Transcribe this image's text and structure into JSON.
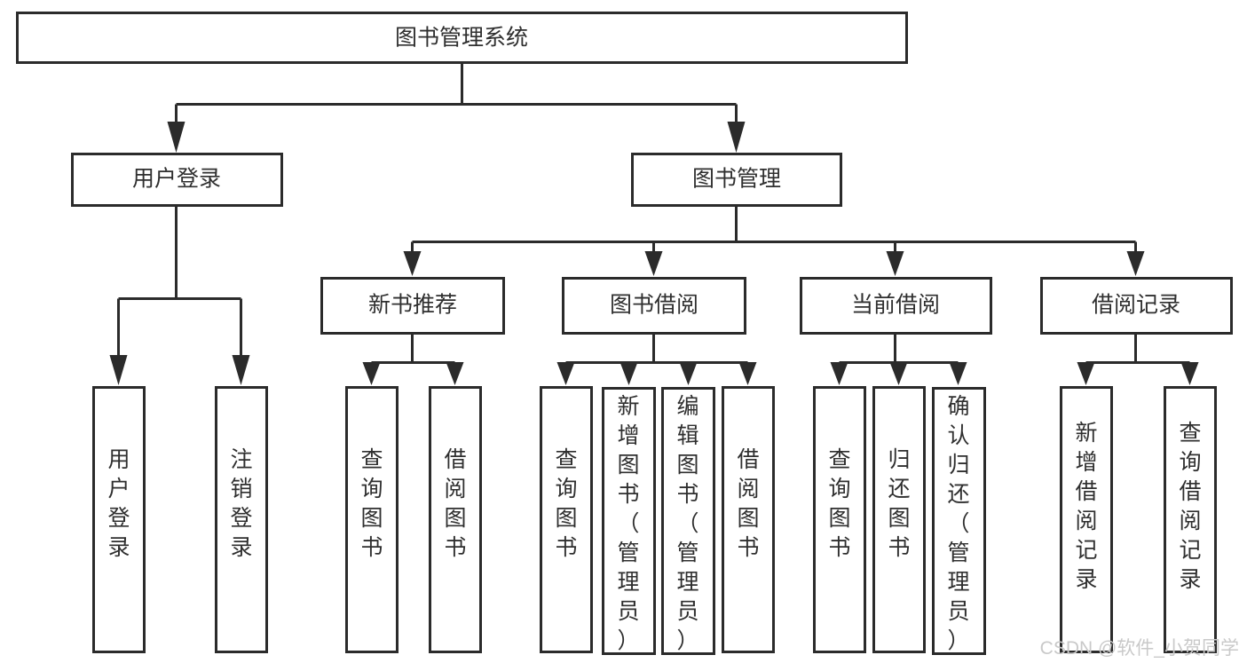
{
  "diagram": {
    "title": "图书管理系统",
    "type": "tree-hierarchy-chart",
    "orientation": "top-down",
    "colors": {
      "box_fill": "#ffffff",
      "box_stroke": "#2b2b2b",
      "text": "#2f2f2f",
      "background": "#ffffff",
      "watermark": "#c9c9c9"
    },
    "nodes": {
      "root": {
        "label": "图书管理系统",
        "level": 0,
        "orientation": "horizontal"
      },
      "l1": [
        {
          "id": "user-login",
          "label": "用户登录",
          "level": 1,
          "orientation": "horizontal"
        },
        {
          "id": "book-management",
          "label": "图书管理",
          "level": 1,
          "orientation": "horizontal"
        }
      ],
      "l2": [
        {
          "id": "new-book-recommend",
          "label": "新书推荐",
          "level": 2,
          "orientation": "horizontal",
          "parent": "book-management"
        },
        {
          "id": "book-borrow",
          "label": "图书借阅",
          "level": 2,
          "orientation": "horizontal",
          "parent": "book-management"
        },
        {
          "id": "current-borrow",
          "label": "当前借阅",
          "level": 2,
          "orientation": "horizontal",
          "parent": "book-management"
        },
        {
          "id": "borrow-record",
          "label": "借阅记录",
          "level": 2,
          "orientation": "horizontal",
          "parent": "book-management"
        }
      ],
      "leaves": [
        {
          "id": "leaf-user-login",
          "label": "用户登录",
          "parent": "user-login",
          "orientation": "vertical"
        },
        {
          "id": "leaf-user-logout",
          "label": "注销登录",
          "parent": "user-login",
          "orientation": "vertical"
        },
        {
          "id": "leaf-query-book-1",
          "label": "查询图书",
          "parent": "new-book-recommend",
          "orientation": "vertical"
        },
        {
          "id": "leaf-borrow-book-1",
          "label": "借阅图书",
          "parent": "new-book-recommend",
          "orientation": "vertical"
        },
        {
          "id": "leaf-query-book-2",
          "label": "查询图书",
          "parent": "book-borrow",
          "orientation": "vertical"
        },
        {
          "id": "leaf-add-book",
          "label": "新增图书（管理员）",
          "parent": "book-borrow",
          "orientation": "vertical"
        },
        {
          "id": "leaf-edit-book",
          "label": "编辑图书（管理员）",
          "parent": "book-borrow",
          "orientation": "vertical"
        },
        {
          "id": "leaf-borrow-book-2",
          "label": "借阅图书",
          "parent": "book-borrow",
          "orientation": "vertical"
        },
        {
          "id": "leaf-query-book-3",
          "label": "查询图书",
          "parent": "current-borrow",
          "orientation": "vertical"
        },
        {
          "id": "leaf-return-book",
          "label": "归还图书",
          "parent": "current-borrow",
          "orientation": "vertical"
        },
        {
          "id": "leaf-confirm-return",
          "label": "确认归还（管理员）",
          "parent": "current-borrow",
          "orientation": "vertical"
        },
        {
          "id": "leaf-add-record",
          "label": "新增借阅记录",
          "parent": "borrow-record",
          "orientation": "vertical"
        },
        {
          "id": "leaf-query-record",
          "label": "查询借阅记录",
          "parent": "borrow-record",
          "orientation": "vertical"
        }
      ]
    },
    "watermark": "CSDN @软件_小贺同学"
  }
}
